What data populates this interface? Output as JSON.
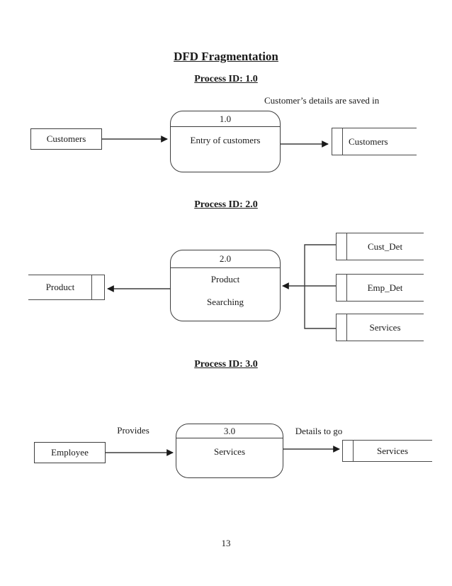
{
  "page": {
    "title": "DFD Fragmentation",
    "page_number": "13"
  },
  "diagram1": {
    "heading": "Process ID: 1.0",
    "annotation": "Customer’s details are saved in",
    "entity": "Customers",
    "process_id": "1.0",
    "process_name": "Entry of customers",
    "datastore": "Customers"
  },
  "diagram2": {
    "heading": "Process ID: 2.0",
    "datastore_left": "Product",
    "process_id": "2.0",
    "process_name_line1": "Product",
    "process_name_line2": "Searching",
    "datastores_right": [
      "Cust_Det",
      "Emp_Det",
      "Services"
    ]
  },
  "diagram3": {
    "heading": "Process ID: 3.0",
    "flow_in_label": "Provides",
    "flow_out_label": "Details to go",
    "entity": "Employee",
    "process_id": "3.0",
    "process_name": "Services",
    "datastore": "Services"
  }
}
